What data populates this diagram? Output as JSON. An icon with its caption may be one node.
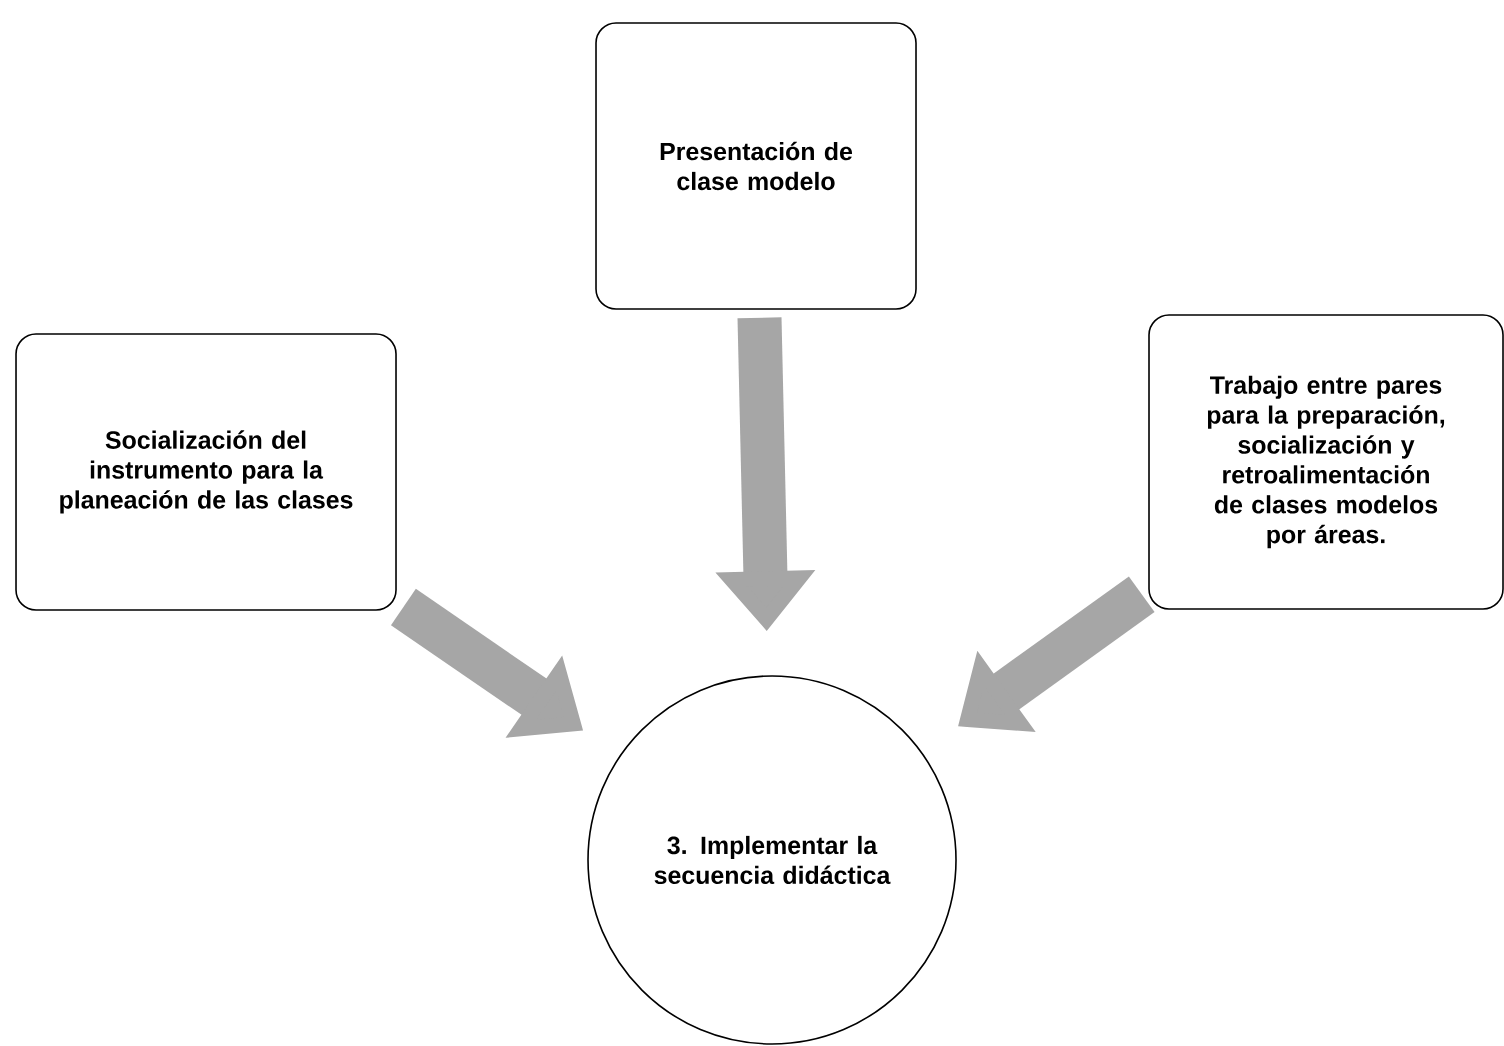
{
  "diagram": {
    "nodes": [
      {
        "text": [
          "Socialización del instrumento para la planeación de las clases"
        ]
      },
      {
        "text": [
          "Presentación de clase modelo"
        ]
      },
      {
        "text": [
          "Trabajo entre pares para la preparación, socialización y retroalimentación de clases modelos por áreas."
        ]
      },
      {
        "text": [
          "3. Implementar la secuencia didáctica"
        ]
      }
    ],
    "edges": [
      {
        "from": 0,
        "to": 3,
        "arrow": "to"
      },
      {
        "from": 1,
        "to": 3,
        "arrow": "to"
      },
      {
        "from": 2,
        "to": 3,
        "arrow": "to"
      }
    ]
  }
}
